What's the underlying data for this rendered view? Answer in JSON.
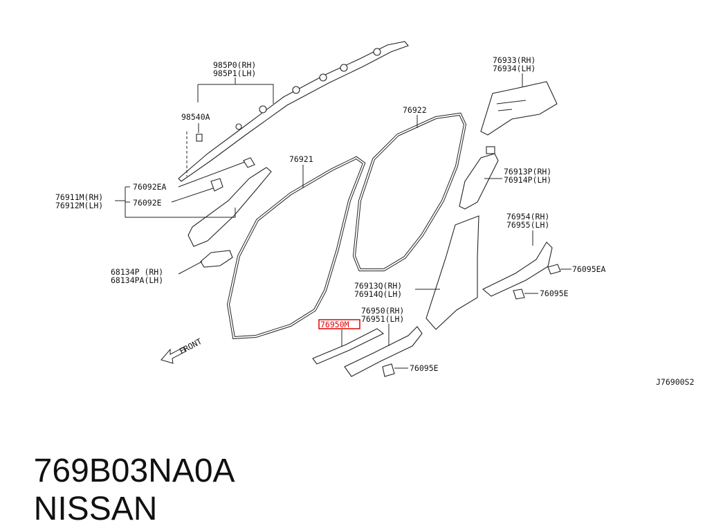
{
  "diagram": {
    "labels": {
      "l985p0": "985P0(RH)",
      "l985p1": "985P1(LH)",
      "l98540a": "98540A",
      "l76092ea": "76092EA",
      "l76092e": "76092E",
      "l76911m": "76911M(RH)",
      "l76912m": "76912M(LH)",
      "l68134p": "68134P (RH)",
      "l68134pa": "68134PA(LH)",
      "l76921": "76921",
      "l76922": "76922",
      "l76933": "76933(RH)",
      "l76934": "76934(LH)",
      "l76913p": "76913P(RH)",
      "l76914p": "76914P(LH)",
      "l76954": "76954(RH)",
      "l76955": "76955(LH)",
      "l76095ea": "76095EA",
      "l76095e_a": "76095E",
      "l76913q": "76913Q(RH)",
      "l76914q": "76914Q(LH)",
      "l76950": "76950(RH)",
      "l76951": "76951(LH)",
      "l76950m": "76950M",
      "l76095e_b": "76095E",
      "front": "FRONT",
      "code": "J76900S2"
    },
    "highlight_color": "#e00000"
  },
  "footer": {
    "part_number": "769B03NA0A",
    "brand": "NISSAN"
  }
}
